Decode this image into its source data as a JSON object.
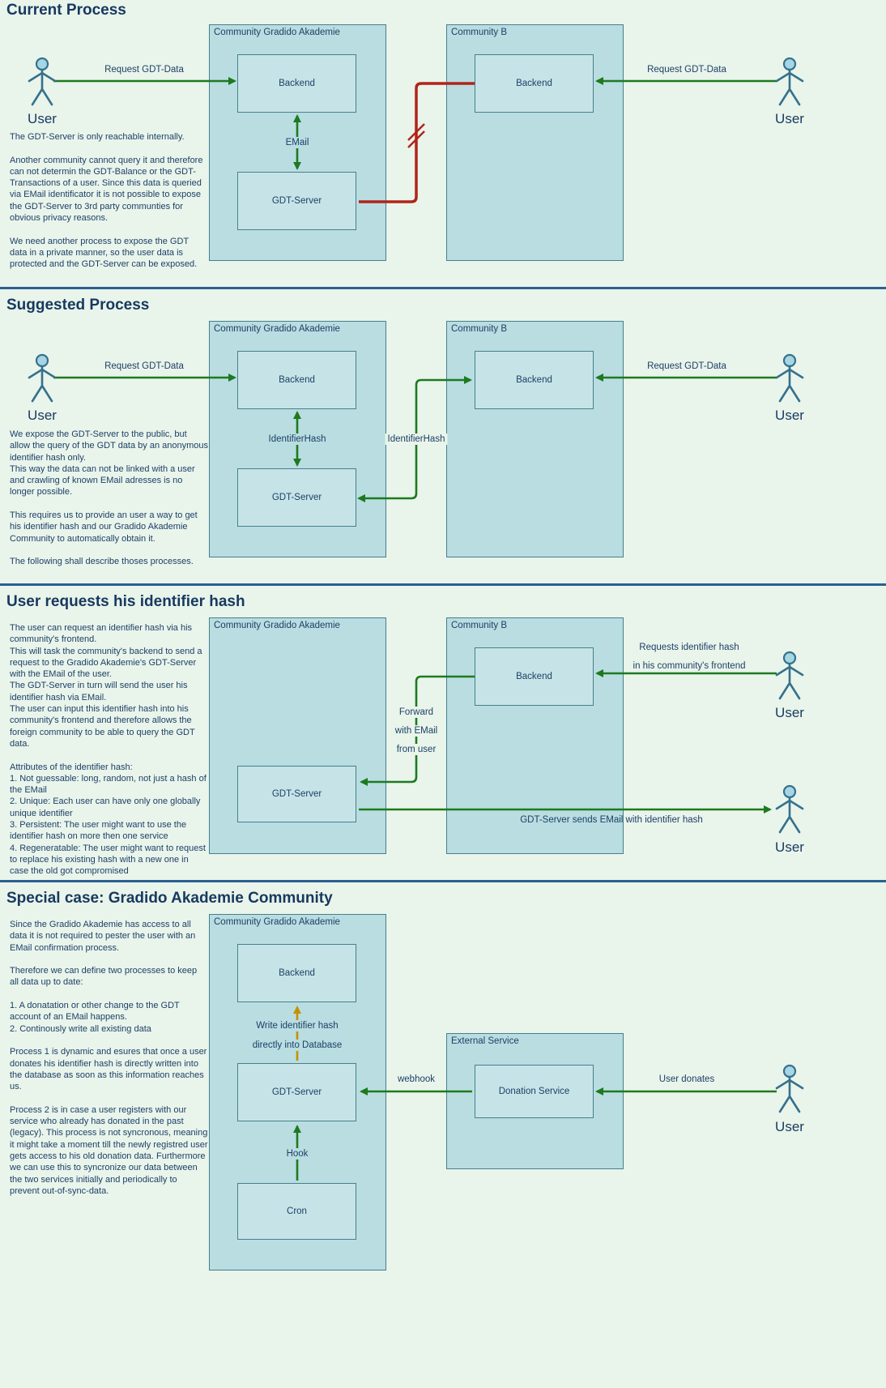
{
  "colors": {
    "background": "#e9f4eb",
    "container_fill": "#b9dde1",
    "container_border": "#46808c",
    "node_fill": "#c6e4e7",
    "heading": "#17395f",
    "text": "#1d4066",
    "arrow_green": "#1d7a1f",
    "arrow_red": "#b02418",
    "arrow_orange": "#c39200",
    "separator": "#2a6091",
    "actor_stroke": "#35718c",
    "actor_head_fill": "#a6d6e4"
  },
  "s1": {
    "title": "Current Process",
    "body": "The GDT-Server is only reachable internally.\n\nAnother community cannot query it and therefore can not determin the GDT-Balance or the GDT-Transactions of a user. Since this data is queried via EMail identificator it is not possible to expose the GDT-Server to 3rd party communties for obvious privacy reasons.\n\nWe need another process to expose the GDT data in a private manner, so the user data is protected and the GDT-Server can be exposed.",
    "user_left": "User",
    "user_right": "User",
    "arrow_left": "Request GDT-Data",
    "arrow_right": "Request GDT-Data",
    "community_left": "Community Gradido Akademie",
    "community_right": "Community B",
    "backend_left": "Backend",
    "backend_right": "Backend",
    "email": "EMail",
    "gdt_server": "GDT-Server"
  },
  "s2": {
    "title": "Suggested Process",
    "body": "We expose the GDT-Server to the public, but allow the query of the GDT data by an anonymous identifier hash only.\nThis way the data can not be linked with a user and crawling of known EMail adresses is no longer possible.\n\nThis requires us to provide an user a way to get his identifier hash and our Gradido Akademie Community to automatically obtain it.\n\nThe following shall describe thoses processes.",
    "user_left": "User",
    "user_right": "User",
    "arrow_left": "Request GDT-Data",
    "arrow_right": "Request GDT-Data",
    "community_left": "Community Gradido Akademie",
    "community_right": "Community B",
    "backend_left": "Backend",
    "backend_right": "Backend",
    "identifier_hash_inner": "IdentifierHash",
    "identifier_hash_mid": "IdentifierHash",
    "gdt_server": "GDT-Server"
  },
  "s3": {
    "title": "User requests his identifier hash",
    "body": "The user can request an identifier hash via his community's frontend.\nThis will task the community's backend to send a request to the Gradido Akademie's GDT-Server with the EMail of the user.\nThe GDT-Server in turn will send the user his identifier hash via EMail.\nThe user can input this identifier hash into his community's frontend and therefore allows the foreign community to be able to query the GDT data.\n\nAttributes of the identifier hash:\n1. Not guessable: long, random, not just a hash of the EMail\n2. Unique: Each user can have only one globally unique identifier\n3. Persistent: The user might want to use the identifier hash on more then one service\n4. Regeneratable: The user might want to request to replace his existing hash with a new one in case the old got compromised",
    "community_left": "Community Gradido Akademie",
    "community_right": "Community B",
    "gdt_server": "GDT-Server",
    "backend": "Backend",
    "request_line1": "Requests identifier hash",
    "request_line2": "in his community's frontend",
    "user_top": "User",
    "user_bottom": "User",
    "forward_line1": "Forward",
    "forward_line2": "with EMail",
    "forward_line3": "from user",
    "sends_email": "GDT-Server sends EMail with identifier hash"
  },
  "s4": {
    "title": "Special case: Gradido Akademie Community",
    "body": "Since the Gradido Akademie has access to all data it is not required to pester the user with an EMail confirmation process.\n\nTherefore we can define two processes to keep all data up to date:\n\n1. A donatation or other change to the GDT account of an EMail happens.\n2. Continously write all existing data\n\nProcess 1 is dynamic and esures that once a user donates his identifier hash is directly written into the database as soon as this information reaches us.\n\nProcess 2 is in case a user registers with our service who already has donated in the past (legacy). This process is not syncronous, meaning it might take a moment till the newly registred user gets access to his old donation data. Furthermore we can use this to syncronize our data between the two services initially and periodically to prevent out-of-sync-data.",
    "community": "Community Gradido Akademie",
    "backend": "Backend",
    "write_line1": "Write identifier hash",
    "write_line2": "directly into Database",
    "gdt_server": "GDT-Server",
    "hook": "Hook",
    "cron": "Cron",
    "external": "External Service",
    "donation": "Donation Service",
    "webhook": "webhook",
    "user_donates": "User donates",
    "user": "User"
  }
}
